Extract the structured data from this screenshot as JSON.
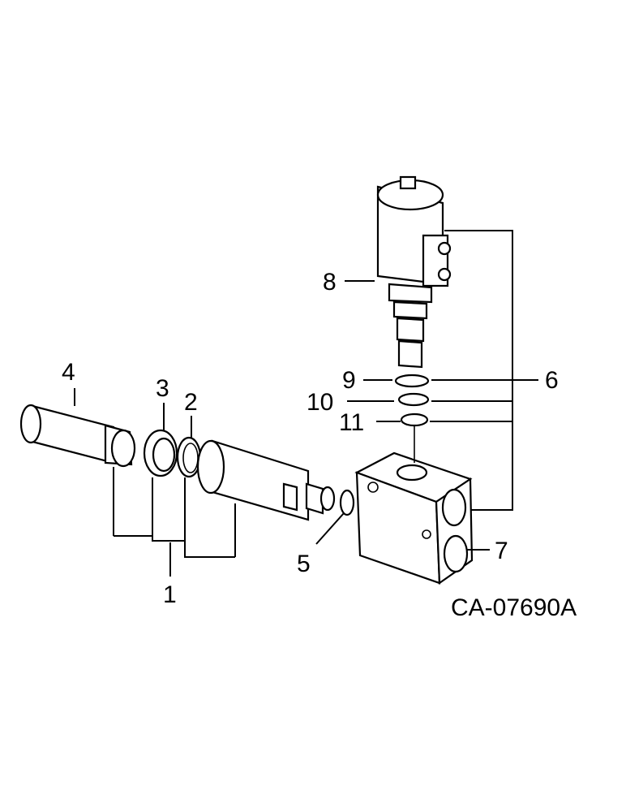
{
  "labels": {
    "l1": "1",
    "l2": "2",
    "l3": "3",
    "l4": "4",
    "l5": "5",
    "l6": "6",
    "l7": "7",
    "l8": "8",
    "l9": "9",
    "l10": "10",
    "l11": "11"
  },
  "drawing_code": "CA-07690A"
}
